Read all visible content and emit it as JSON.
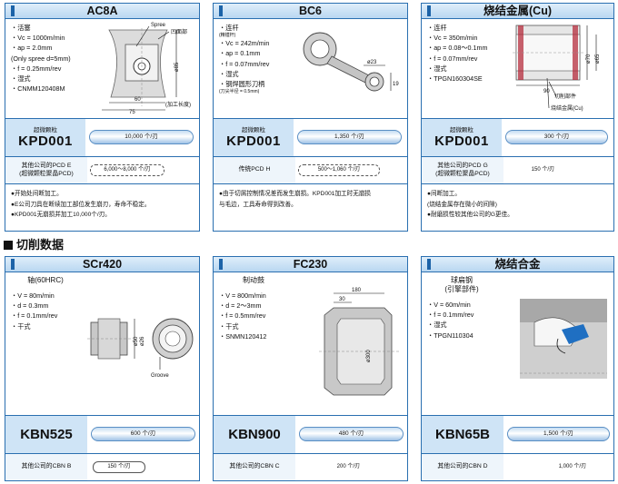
{
  "section_title": "切削数据",
  "top": [
    {
      "title": "AC8A",
      "params": [
        "・活塞",
        "・Vc = 1000m/min",
        "・ap = 2.0mm",
        "(Only spree d=5mm)",
        "・f = 0.25mm/rev",
        "・湿式",
        "・CNMM120408M"
      ],
      "diagram_labels": [
        "Spree",
        "凹面部",
        "ø85",
        "60",
        "75",
        "(加工长度)"
      ],
      "kpd_sub": "超微颗粒",
      "kpd_name": "KPD001",
      "kpd_value": "10,000 个/刃",
      "other_label": [
        "其他公司的PCD E",
        "(超微颗粒聚晶PCD)"
      ],
      "other_value": "6,000～8,000 个/刃",
      "notes": [
        "●开始处间断加工。",
        "●E公司刀具在断续加工部位发生崩刃，寿命不稳定。",
        "●KPD001无崩损并加工10,000个/刃。"
      ]
    },
    {
      "title": "BC6",
      "params": [
        "・连杆",
        "(精镗杆)",
        "・Vc = 242m/min",
        "・ap = 0.1mm",
        "・f = 0.07mm/rev",
        "・湿式",
        "・钢焊圆形刀柄",
        "(刀尖半径 = 0.5mm)"
      ],
      "diagram_labels": [
        "ø23",
        "19"
      ],
      "kpd_sub": "超微颗粒",
      "kpd_name": "KPD001",
      "kpd_value": "1,350 个/刃",
      "other_label": [
        "传统PCD H"
      ],
      "other_value": "500～1,060 个/刃",
      "notes": [
        "●由于切屑控制情况差而发生崩损。KPD001加工时无崩损",
        "与毛边，工具寿命得到改善。"
      ]
    },
    {
      "title": "烧结金属(Cu)",
      "params": [
        "・连杆",
        "・Vc = 350m/min",
        "・ap = 0.08～0.1mm",
        "・f = 0.07mm/rev",
        "・湿式",
        "・TPGN160304SE"
      ],
      "diagram_labels": [
        "ø70",
        "ø65",
        "90",
        "切削部件",
        "烧结金属(Cu)"
      ],
      "kpd_sub": "超微颗粒",
      "kpd_name": "KPD001",
      "kpd_value": "300 个/刃",
      "other_label": [
        "其他公司的PCD G",
        "(超微颗粒聚晶PCD)"
      ],
      "other_value": "150 个/刃",
      "notes": [
        "●间断加工。",
        "(烧结金属存在微小的间隙)",
        "●耐磨损性较其他公司的G更佳。"
      ]
    }
  ],
  "bottom": [
    {
      "title": "SCr420",
      "sub": [
        "轴(60HRC)"
      ],
      "params": [
        "・V = 80m/min",
        "・d = 0.3mm",
        "・f = 0.1mm/rev",
        "・干式"
      ],
      "diagram_labels": [
        "ø50",
        "ø26",
        "Groove"
      ],
      "kbn_name": "KBN525",
      "kbn_value": "600 个/刃",
      "other_label": "其他公司的CBN B",
      "other_value": "150 个/刃"
    },
    {
      "title": "FC230",
      "sub": [
        "制动鼓"
      ],
      "params": [
        "・V = 800m/min",
        "・d = 2～3mm",
        "・f = 0.5mm/rev",
        "・干式",
        "・SNMN120412"
      ],
      "diagram_labels": [
        "180",
        "30",
        "ø300"
      ],
      "kbn_name": "KBN900",
      "kbn_value": "480 个/刃",
      "other_label": "其他公司的CBN C",
      "other_value": "200 个/刃"
    },
    {
      "title": "烧结合金",
      "sub": [
        "球扁钢",
        "(引擎部件)"
      ],
      "params": [
        "・V = 60m/min",
        "・f = 0.1mm/rev",
        "・湿式",
        "・TPGN110304"
      ],
      "diagram_labels": [],
      "kbn_name": "KBN65B",
      "kbn_value": "1,500 个/刃",
      "other_label": "其他公司的CBN D",
      "other_value": "1,000 个/刃"
    }
  ]
}
